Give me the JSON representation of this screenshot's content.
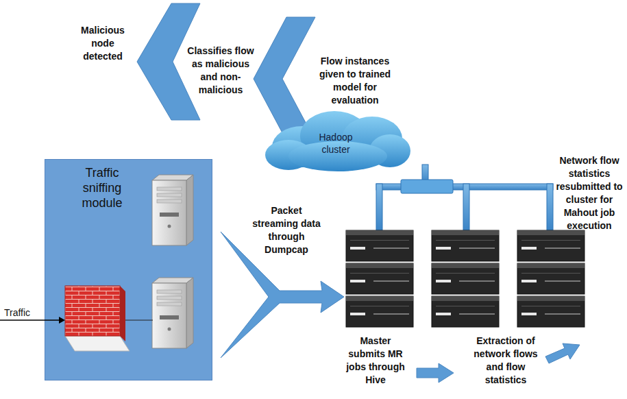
{
  "diagram": {
    "nodes": [
      {
        "text": [
          "Hadoop cluster"
        ]
      },
      {
        "text": [
          "Traffic sniffing module"
        ]
      }
    ],
    "labels": [
      "Malicious node detected",
      "Classifies flow as malicious and non-malicious",
      "Flow instances given to trained model for evaluation",
      "Network flow statistics resubmitted to cluster for Mahout job execution",
      "Traffic",
      "Packet streaming data through Dumpcap",
      "Master submits MR jobs through Hive",
      "Extraction of network flows and flow statistics"
    ]
  }
}
